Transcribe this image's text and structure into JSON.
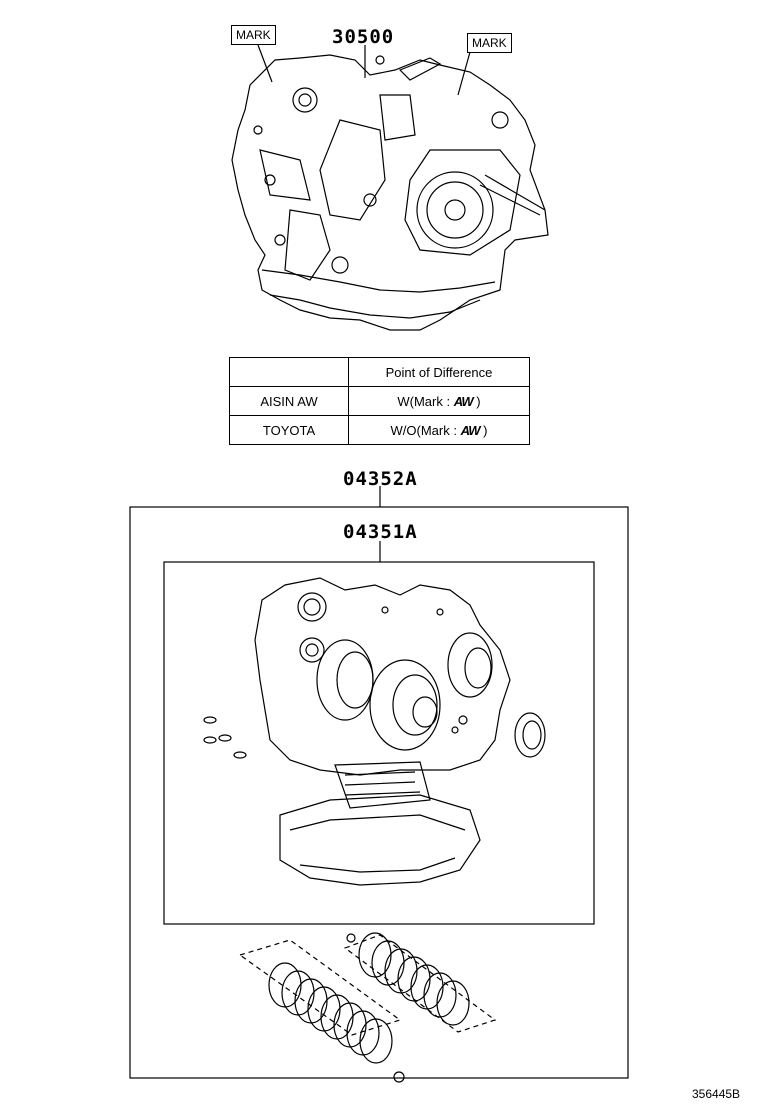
{
  "parts": {
    "transaxle": "30500",
    "overhaul_kit": "04352A",
    "gasket_kit": "04351A"
  },
  "marks": {
    "left": "MARK",
    "right": "MARK"
  },
  "difference_table": {
    "header": "Point of Difference",
    "rows": [
      {
        "maker": "AISIN AW",
        "prefix": "W(Mark : ",
        "logo": "AW",
        "suffix": ")"
      },
      {
        "maker": "TOYOTA",
        "prefix": "W/O(Mark : ",
        "logo": "AW",
        "suffix": ")"
      }
    ]
  },
  "illustration_code": "356445B"
}
